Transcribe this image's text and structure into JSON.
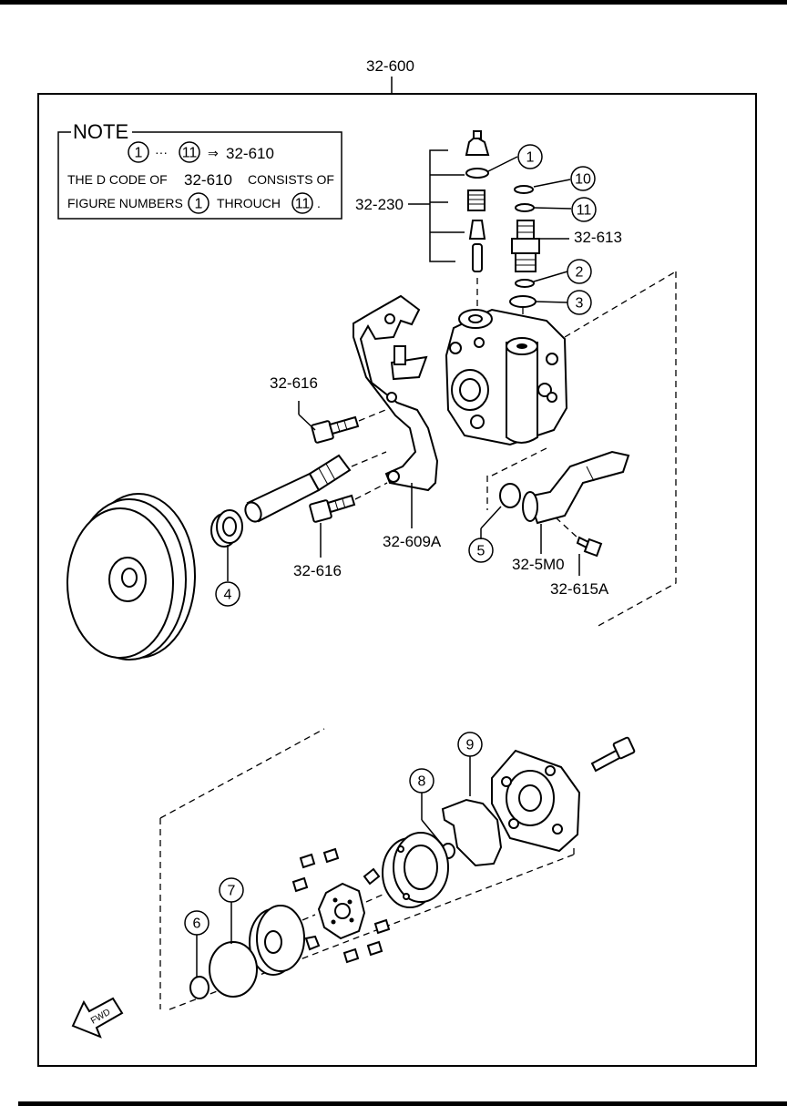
{
  "assembly_label": "32-600",
  "note": {
    "title": "NOTE",
    "range_from": "1",
    "range_sep": "···",
    "range_to": "11",
    "arrow": "⇒",
    "range_target": "32-610",
    "line2_a": "THE D CODE OF",
    "line2_b": "32-610",
    "line2_c": "CONSISTS OF",
    "line3_a": "FIGURE NUMBERS",
    "line3_num1": "1",
    "line3_b": "THROUCH",
    "line3_num2": "11",
    "line3_end": "."
  },
  "part_labels": {
    "p32_230": "32-230",
    "p32_613": "32-613",
    "p32_616_top": "32-616",
    "p32_616_bottom": "32-616",
    "p32_609A": "32-609A",
    "p32_5M0": "32-5M0",
    "p32_615A": "32-615A"
  },
  "callouts": {
    "c1": "1",
    "c2": "2",
    "c3": "3",
    "c4": "4",
    "c5": "5",
    "c6": "6",
    "c7": "7",
    "c8": "8",
    "c9": "9",
    "c10": "10",
    "c11": "11"
  },
  "fwd_label": "FWD"
}
